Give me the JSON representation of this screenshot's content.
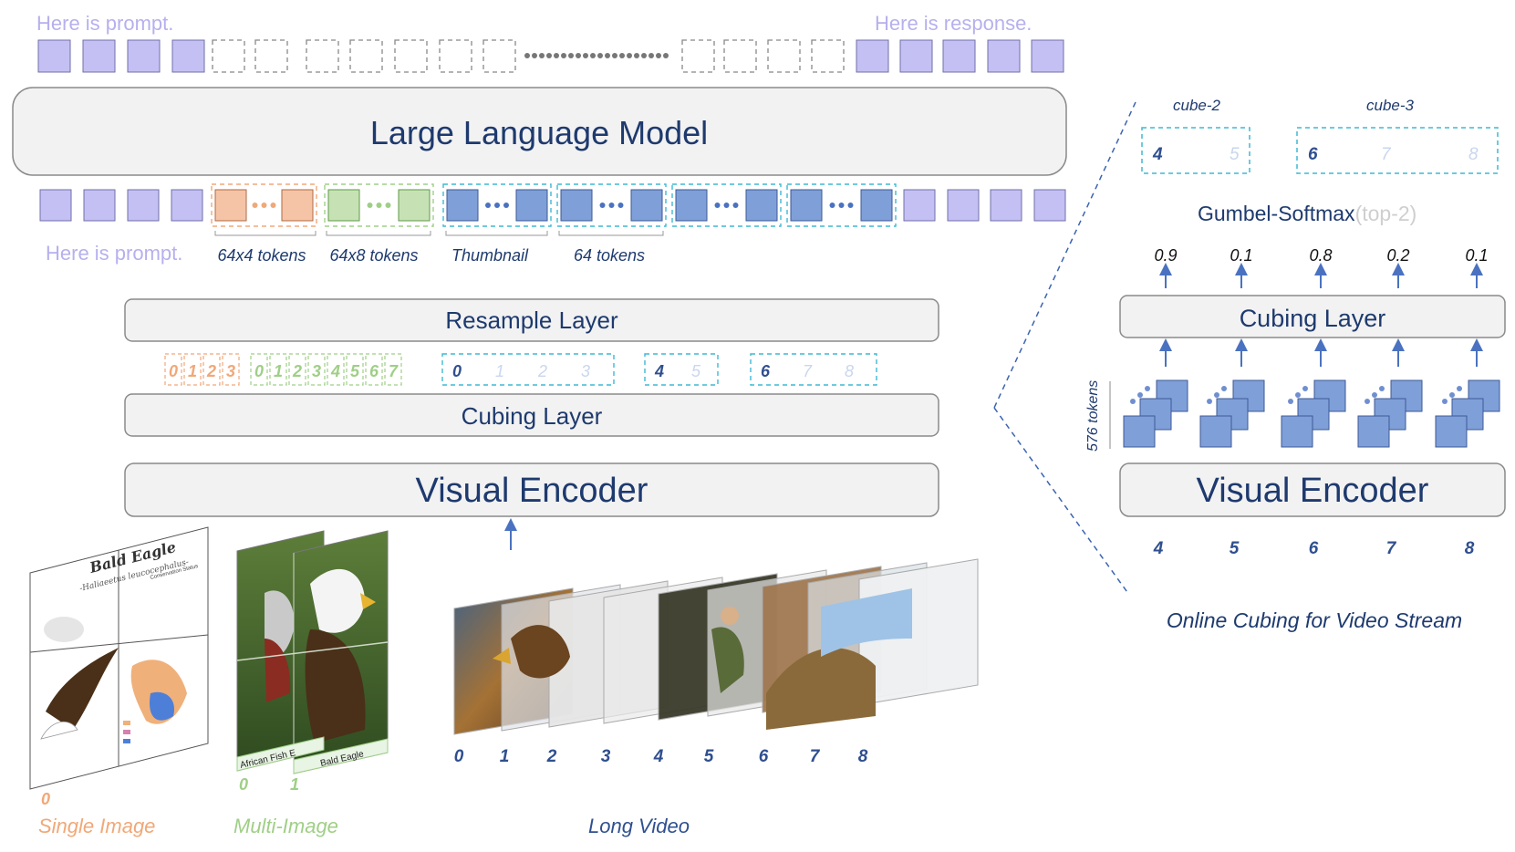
{
  "top": {
    "prompt_label": "Here is prompt.",
    "response_label": "Here is response."
  },
  "llm": {
    "label": "Large Language Model"
  },
  "token_row": {
    "prompt_label": "Here is prompt.",
    "group_labels": [
      "64x4 tokens",
      "64x8 tokens",
      "Thumbnail",
      "64 tokens"
    ]
  },
  "resample": {
    "label": "Resample Layer"
  },
  "cube_indices": {
    "single": [
      "0",
      "1",
      "2",
      "3"
    ],
    "multi": [
      "0",
      "1",
      "2",
      "3",
      "4",
      "5",
      "6",
      "7"
    ],
    "video_groups": [
      {
        "active": [
          "0"
        ],
        "faded": [
          "1",
          "2",
          "3"
        ]
      },
      {
        "active": [
          "4"
        ],
        "faded": [
          "5"
        ]
      },
      {
        "active": [
          "6"
        ],
        "faded": [
          "7",
          "8"
        ]
      }
    ]
  },
  "cubing": {
    "label": "Cubing Layer"
  },
  "encoder": {
    "label": "Visual Encoder"
  },
  "inputs": {
    "single_image": {
      "label": "Single Image",
      "index": "0",
      "title": "Bald Eagle",
      "subtitle": "-Haliaeetus leucocephalus-",
      "status_heading": "Conservation Status"
    },
    "multi_image": {
      "label": "Multi-Image",
      "indices": [
        "0",
        "1"
      ],
      "captions": [
        "African Fish E",
        "Bald Eagle"
      ]
    },
    "long_video": {
      "label": "Long Video",
      "frame_indices": [
        "0",
        "1",
        "2",
        "3",
        "4",
        "5",
        "6",
        "7",
        "8"
      ]
    }
  },
  "right_panel": {
    "cube_labels": [
      "cube-2",
      "cube-3"
    ],
    "cube2": {
      "active": "4",
      "faded": [
        "5"
      ]
    },
    "cube3": {
      "active": "6",
      "faded": [
        "7",
        "8"
      ]
    },
    "gumbel_label": "Gumbel-Softmax",
    "gumbel_suffix": "(top-2)",
    "scores": [
      "0.9",
      "0.1",
      "0.8",
      "0.2",
      "0.1"
    ],
    "cubing_label": "Cubing Layer",
    "tokens_label": "576 tokens",
    "encoder_label": "Visual Encoder",
    "frame_indices": [
      "4",
      "5",
      "6",
      "7",
      "8"
    ],
    "caption": "Online Cubing for Video Stream"
  },
  "colors": {
    "purple_token": "#c4c0f4",
    "purple_text": "#b6b0ee",
    "orange": "#f5c4a6",
    "orange_text": "#f0a878",
    "green": "#c6e2b4",
    "green_text": "#9fcf86",
    "blue": "#7f9fd8",
    "cyan_dash": "#3fb8d4",
    "navy": "#1e3a6e",
    "index_blue": "#2f4f8f",
    "box_fill": "#f2f2f2",
    "box_stroke": "#8a8a8a"
  }
}
